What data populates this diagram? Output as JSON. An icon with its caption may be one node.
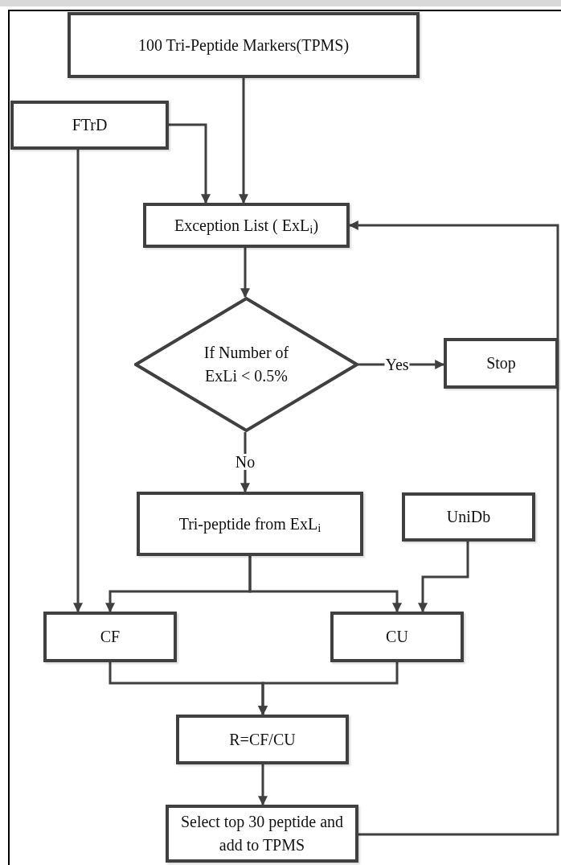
{
  "diagram": {
    "nodes": [
      {
        "text": [
          "100 Tri-Peptide Markers(TPMS)"
        ]
      },
      {
        "text": [
          "FTrD"
        ]
      },
      {
        "text": [
          "Exception List ( ExL$_{i}$)"
        ]
      },
      {
        "text": [
          "If Number of ExLi < 0.5%"
        ]
      },
      {
        "text": [
          "Stop"
        ]
      },
      {
        "text": [
          "Tri-peptide from ExL$_{i}$"
        ]
      },
      {
        "text": [
          "UniDb"
        ]
      },
      {
        "text": [
          "CF"
        ]
      },
      {
        "text": [
          "CU"
        ]
      },
      {
        "text": [
          "R=CF/CU"
        ]
      },
      {
        "text": [
          "Select top 30 peptide and add to TPMS"
        ]
      }
    ],
    "edges": [
      {
        "from": 0,
        "to": 2,
        "arrow": "to"
      },
      {
        "from": 1,
        "to": 2,
        "arrow": "to"
      },
      {
        "from": 2,
        "to": 3,
        "arrow": "to"
      },
      {
        "from": 3,
        "to": 4,
        "arrow": "to",
        "label": "Yes"
      },
      {
        "from": 3,
        "to": 5,
        "arrow": "to",
        "label": "No"
      },
      {
        "from": 1,
        "to": 7,
        "arrow": "to"
      },
      {
        "from": 5,
        "to": 7,
        "arrow": "to"
      },
      {
        "from": 5,
        "to": 8,
        "arrow": "to"
      },
      {
        "from": 6,
        "to": 8,
        "arrow": "to"
      },
      {
        "from": 7,
        "to": 9,
        "arrow": "to"
      },
      {
        "from": 8,
        "to": 9,
        "arrow": "to"
      },
      {
        "from": 9,
        "to": 10,
        "arrow": "to"
      },
      {
        "from": 10,
        "to": 2,
        "arrow": "to"
      }
    ]
  }
}
